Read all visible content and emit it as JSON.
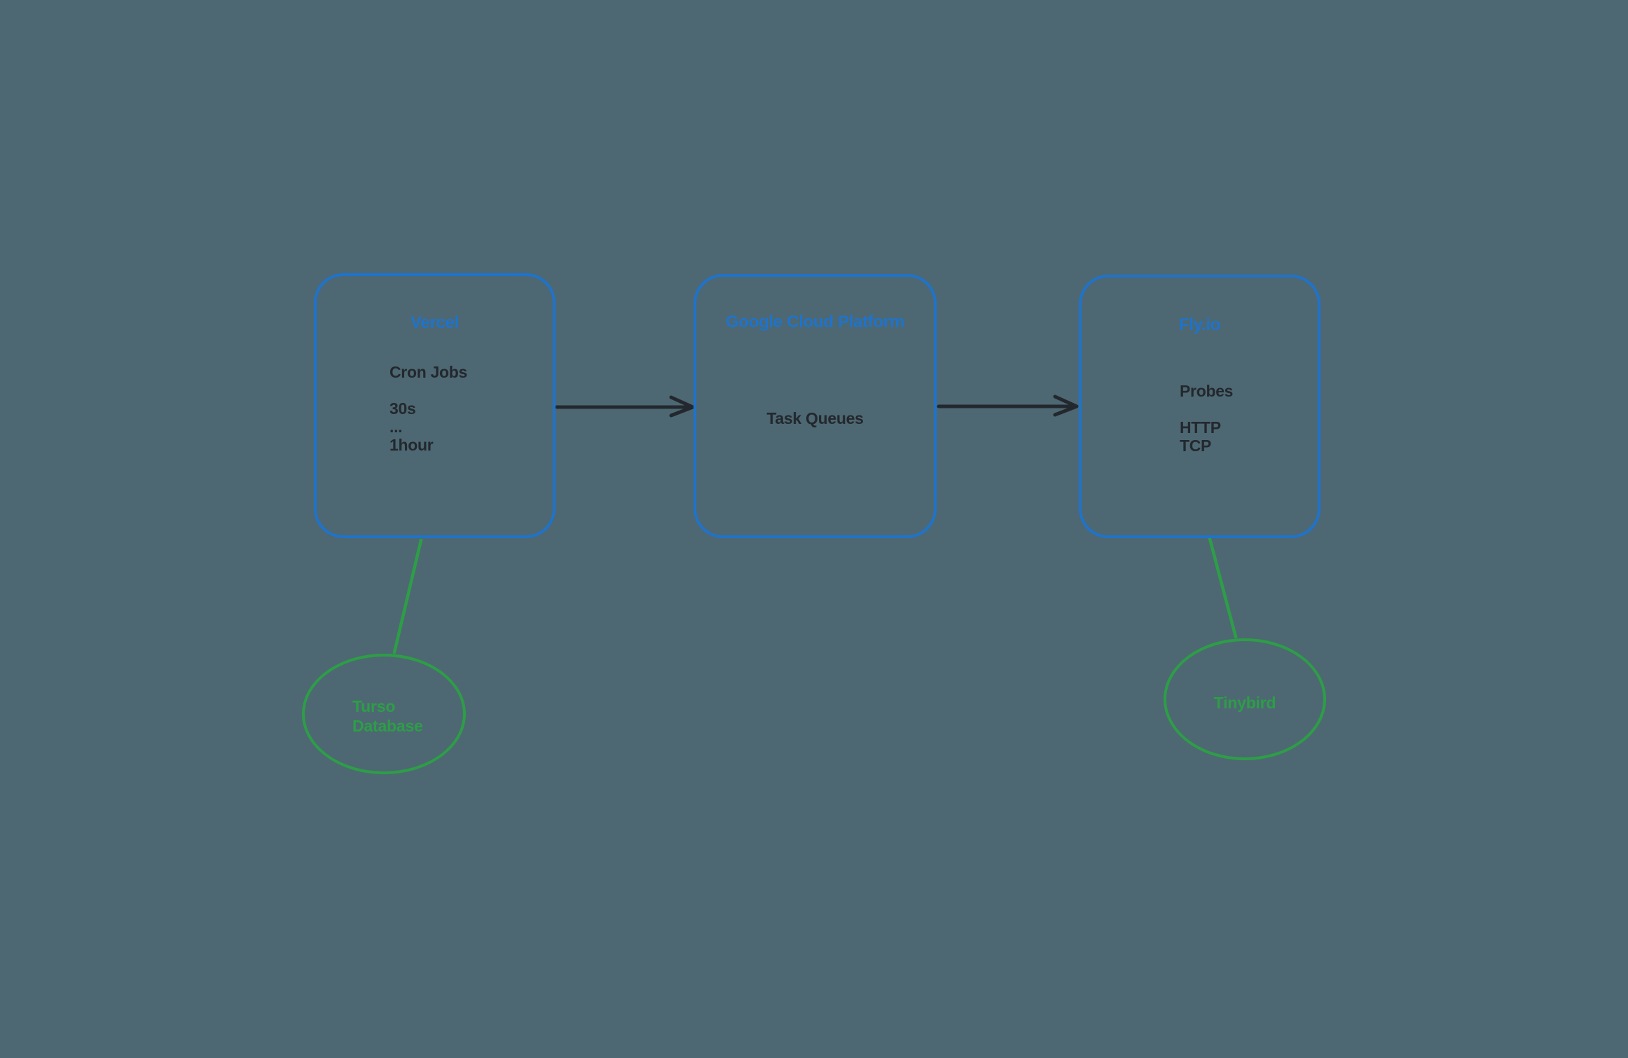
{
  "diagram": {
    "background_color": "#4d6872",
    "colors": {
      "node_border": "#1f73cb",
      "node_title_text": "#1f73cb",
      "body_text": "#23282e",
      "arrow": "#23282e",
      "database": "#2d9e47"
    },
    "nodes": [
      {
        "id": "vercel",
        "title": "Vercel",
        "lines": [
          "Cron Jobs",
          "",
          "30s",
          "...",
          "1hour"
        ]
      },
      {
        "id": "gcp",
        "title": "Google Cloud Platform",
        "lines": [
          "Task Queues"
        ]
      },
      {
        "id": "flyio",
        "title": "Fly.io",
        "lines": [
          "Probes",
          "",
          "HTTP",
          "TCP"
        ]
      }
    ],
    "databases": [
      {
        "id": "turso",
        "lines": [
          "Turso",
          "Database"
        ]
      },
      {
        "id": "tinybird",
        "lines": [
          "Tinybird"
        ]
      }
    ],
    "connections": [
      {
        "from": "Vercel",
        "to": "Google Cloud Platform",
        "type": "arrow"
      },
      {
        "from": "Google Cloud Platform",
        "to": "Fly.io",
        "type": "arrow"
      },
      {
        "from": "Vercel",
        "to": "Turso Database",
        "type": "line"
      },
      {
        "from": "Fly.io",
        "to": "Tinybird",
        "type": "line"
      }
    ]
  }
}
